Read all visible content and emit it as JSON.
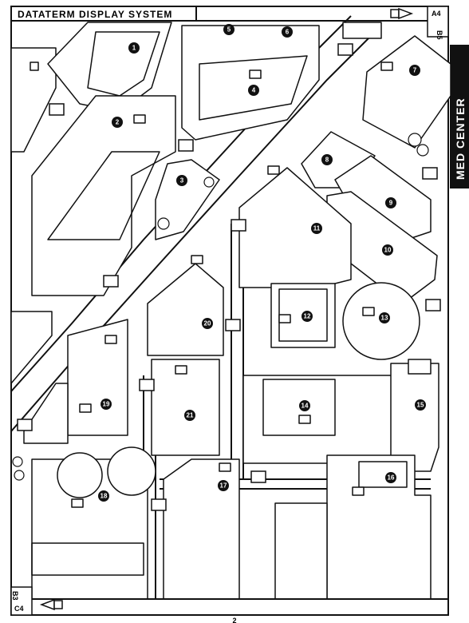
{
  "header": {
    "title": "DATATERM DISPLAY SYSTEM"
  },
  "map": {
    "coords": {
      "top_right": "A4",
      "top_right_sub": "B5",
      "bottom_left": "C4",
      "bottom_left_sub": "B3"
    },
    "side_label": "MED CENTER",
    "page_number": "2",
    "building_numbers": [
      "1",
      "2",
      "3",
      "4",
      "5",
      "6",
      "7",
      "8",
      "9",
      "10",
      "11",
      "12",
      "13",
      "14",
      "15",
      "16",
      "17",
      "18",
      "19",
      "20",
      "21"
    ]
  }
}
